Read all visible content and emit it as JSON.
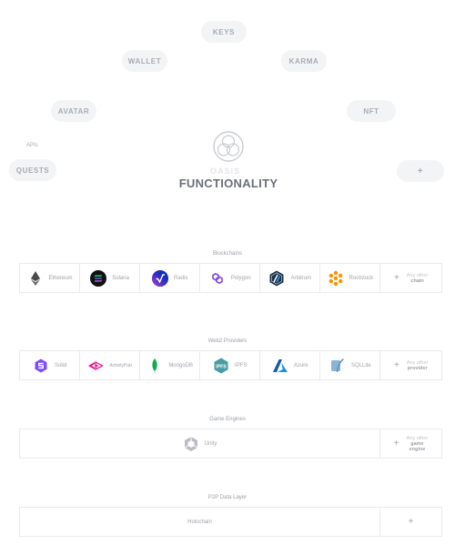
{
  "hub": {
    "pills": {
      "keys": "KEYS",
      "wallet": "WALLET",
      "karma": "KARMA",
      "avatar": "AVATAR",
      "nft": "NFT",
      "quests": "QUESTS",
      "plus": "+"
    },
    "apis_label": "APIs",
    "faded_text": "OASIS",
    "title": "FUNCTIONALITY"
  },
  "sections": {
    "blockchains": {
      "title": "Blockchains",
      "items": [
        "Ethereum",
        "Solana",
        "Radix",
        "Polygon",
        "Arbitrum",
        "Rootstock"
      ],
      "more": {
        "plus": "+",
        "line1": "Any other",
        "line2": "chain"
      }
    },
    "web2": {
      "title": "Web2 Providers",
      "items": [
        "Solid",
        "ActivityPub",
        "MongoDB",
        "IPFS",
        "Azure",
        "SQLLite"
      ],
      "more": {
        "plus": "+",
        "line1": "Any other",
        "line2": "provider"
      }
    },
    "engines": {
      "title": "Game Engines",
      "items": [
        "Unity"
      ],
      "more": {
        "plus": "+",
        "line1": "Any other",
        "line2": "game",
        "line3": "engine"
      }
    },
    "p2p": {
      "title": "P2P Data Layer",
      "items": [
        "Holochain"
      ],
      "more": {
        "plus": "+"
      }
    }
  },
  "icons": [
    "ethereum-icon",
    "solana-icon",
    "radix-icon",
    "polygon-icon",
    "arbitrum-icon",
    "rootstock-icon",
    "solid-icon",
    "activitypub-icon",
    "mongodb-icon",
    "ipfs-icon",
    "azure-icon",
    "sqllite-icon",
    "unity-icon",
    "oasis-logo-icon"
  ],
  "colors": {
    "ethereum": "#4a4a4a",
    "solana": "#14f195",
    "radix": "#052cc0",
    "polygon": "#8247e5",
    "arbitrum": "#213147",
    "rootstock": "#ff9100",
    "solid": "#7c4dff",
    "activitypub": "#f1007e",
    "mongodb": "#13aa52",
    "ipfs": "#469ea2",
    "azure": "#0078d4",
    "sqllite": "#8ab4d8"
  }
}
